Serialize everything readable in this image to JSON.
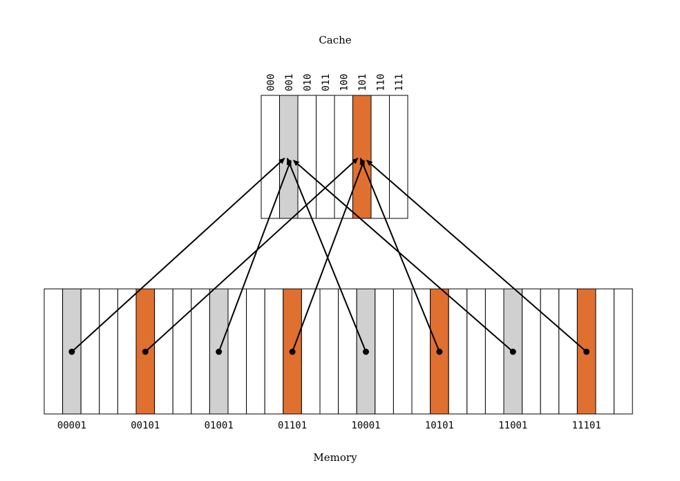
{
  "cache": {
    "title": "Cache",
    "index_labels": [
      "000",
      "001",
      "010",
      "011",
      "100",
      "101",
      "110",
      "111"
    ],
    "highlight": {
      "001": "gray",
      "101": "orange"
    }
  },
  "memory": {
    "title": "Memory",
    "cell_count": 32,
    "address_labels": [
      "00001",
      "00101",
      "01001",
      "01101",
      "10001",
      "10101",
      "11001",
      "11101"
    ]
  },
  "mappings": [
    {
      "from": "00001",
      "to": "001"
    },
    {
      "from": "00101",
      "to": "101"
    },
    {
      "from": "01001",
      "to": "001"
    },
    {
      "from": "01101",
      "to": "101"
    },
    {
      "from": "10001",
      "to": "001"
    },
    {
      "from": "10101",
      "to": "101"
    },
    {
      "from": "11001",
      "to": "001"
    },
    {
      "from": "11101",
      "to": "101"
    }
  ],
  "colors": {
    "gray": "#d0d0d0",
    "orange": "#e07030",
    "white": "#ffffff",
    "line": "#000000"
  }
}
